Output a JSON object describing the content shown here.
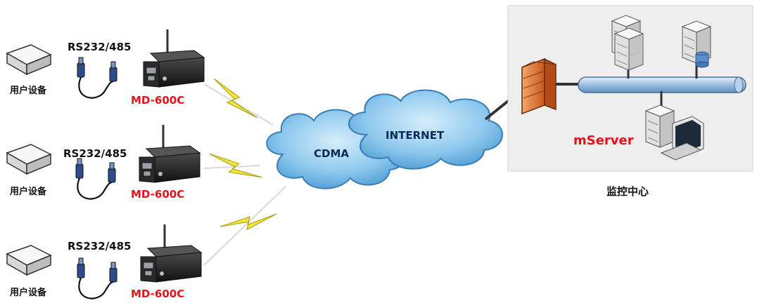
{
  "sites": [
    {
      "device_label": "用户设备",
      "interface_label": "RS232/485",
      "model_label": "MD-600C"
    },
    {
      "device_label": "用户设备",
      "interface_label": "RS232/485",
      "model_label": "MD-600C"
    },
    {
      "device_label": "用户设备",
      "interface_label": "RS232/485",
      "model_label": "MD-600C"
    }
  ],
  "clouds": {
    "cdma_label": "CDMA",
    "internet_label": "INTERNET"
  },
  "center": {
    "server_label": "mServer",
    "title": "监控中心"
  },
  "colors": {
    "model_text": "#e8101a",
    "server_text": "#e8101a",
    "cloud_fill": "#8ec8ee",
    "lightning": "#f2e63a",
    "center_bg": "#eeeeee",
    "firewall": "#e07a3a"
  }
}
